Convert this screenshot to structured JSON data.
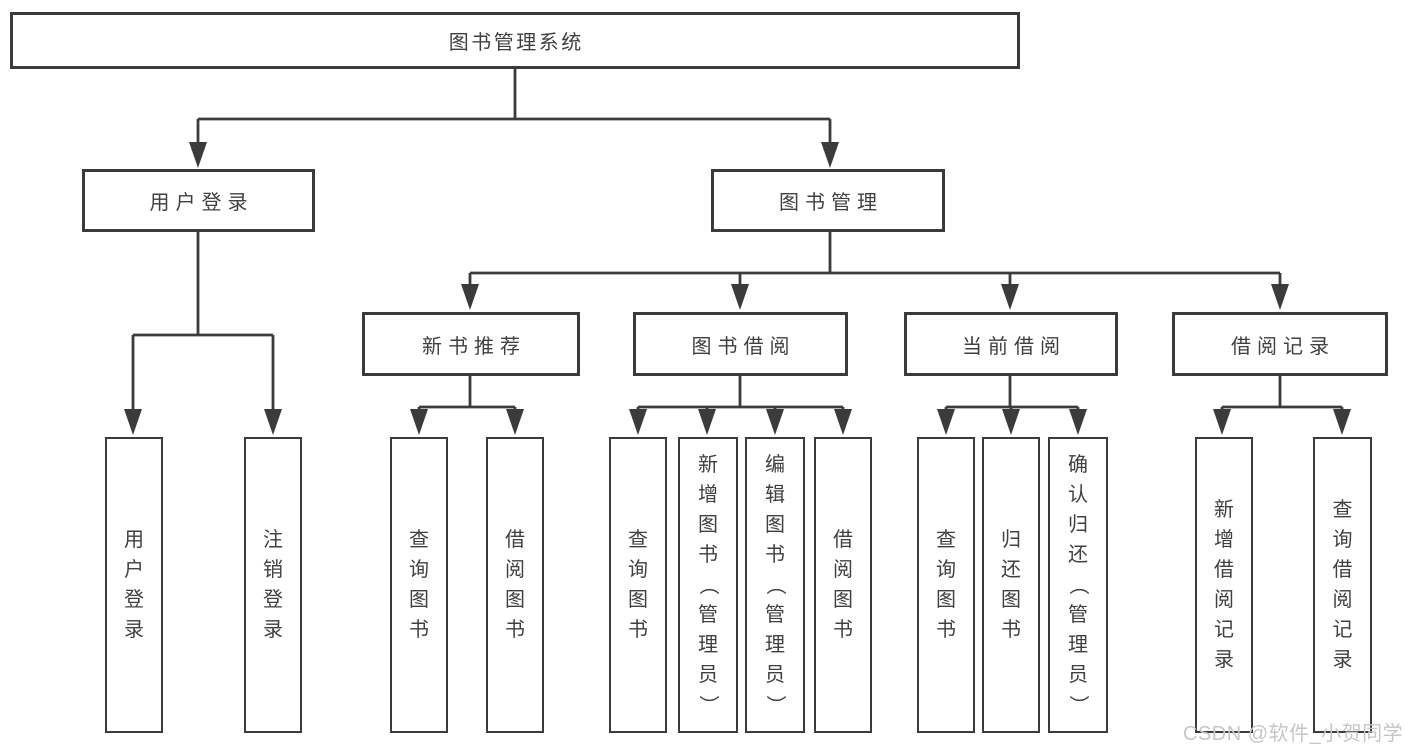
{
  "colors": {
    "line": "#3b3b3b",
    "text": "#404040",
    "watermark": "#c6c6c6",
    "background": "#ffffff"
  },
  "watermark": {
    "text": "CSDN @软件_小贺同学"
  },
  "tree": {
    "root": {
      "label": "图书管理系统",
      "children": [
        {
          "label": "用户登录",
          "children": [
            {
              "label": "用户登录"
            },
            {
              "label": "注销登录"
            }
          ]
        },
        {
          "label": "图书管理",
          "children": [
            {
              "label": "新书推荐",
              "children": [
                {
                  "label": "查询图书"
                },
                {
                  "label": "借阅图书"
                }
              ]
            },
            {
              "label": "图书借阅",
              "children": [
                {
                  "label": "查询图书"
                },
                {
                  "label": "新增图书（管理员）"
                },
                {
                  "label": "编辑图书（管理员）"
                },
                {
                  "label": "借阅图书"
                }
              ]
            },
            {
              "label": "当前借阅",
              "children": [
                {
                  "label": "查询图书"
                },
                {
                  "label": "归还图书"
                },
                {
                  "label": "确认归还（管理员）"
                }
              ]
            },
            {
              "label": "借阅记录",
              "children": [
                {
                  "label": "新增借阅记录"
                },
                {
                  "label": "查询借阅记录"
                }
              ]
            }
          ]
        }
      ]
    }
  }
}
